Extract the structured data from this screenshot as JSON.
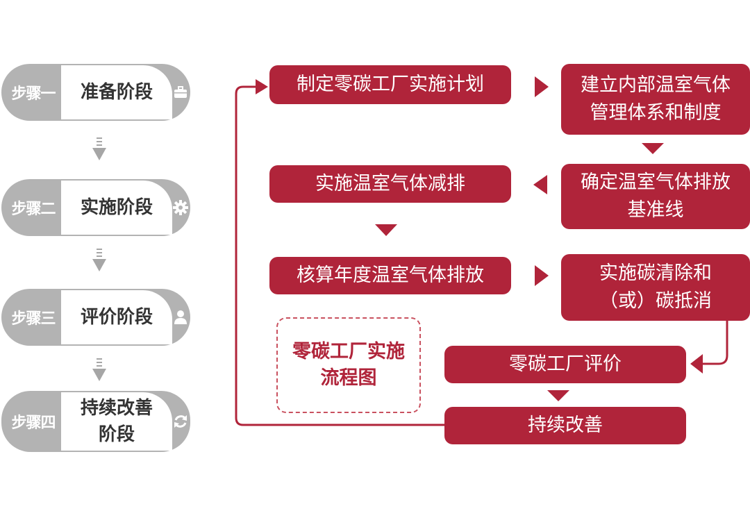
{
  "steps": [
    {
      "label": "步骤一",
      "stage": "准备阶段",
      "icon": "briefcase-icon"
    },
    {
      "label": "步骤二",
      "stage": "实施阶段",
      "icon": "gear-icon"
    },
    {
      "label": "步骤三",
      "stage": "评价阶段",
      "icon": "person-icon"
    },
    {
      "label": "步骤四",
      "stage": "持续改善\n阶段",
      "icon": "refresh-icon"
    }
  ],
  "flow": {
    "plan": "制定零碳工厂实施计划",
    "system": "建立内部温室气体\n管理体系和制度",
    "baseline": "确定温室气体排放\n基准线",
    "reduce": "实施温室气体减排",
    "account": "核算年度温室气体排放",
    "offset": "实施碳清除和\n（或）碳抵消",
    "evaluate": "零碳工厂评价",
    "improve": "持续改善"
  },
  "caption": "零碳工厂实施\n流程图",
  "colors": {
    "accent": "#b0243a",
    "grey": "#b3b3b3",
    "dash": "#c9515f"
  }
}
